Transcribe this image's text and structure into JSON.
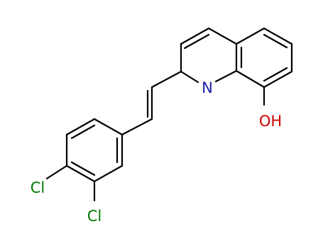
{
  "molecule": {
    "atoms": [
      {
        "id": "n",
        "element": "N",
        "label": "N",
        "color": "#1a1aa6"
      },
      {
        "id": "oh",
        "element": "O",
        "label": "OH",
        "color": "#cc0000"
      },
      {
        "id": "cl1",
        "element": "Cl",
        "label": "Cl",
        "color": "#007a00"
      },
      {
        "id": "cl2",
        "element": "Cl",
        "label": "Cl",
        "color": "#007a00"
      }
    ],
    "bond_color": "#000000"
  }
}
